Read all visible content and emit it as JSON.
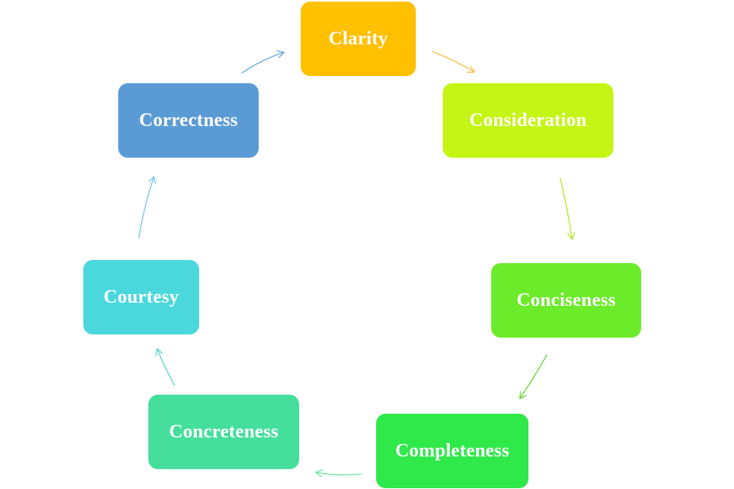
{
  "cycle": {
    "nodes": [
      {
        "id": "clarity",
        "label": "Clarity",
        "color": "#FFC000"
      },
      {
        "id": "consideration",
        "label": "Consideration",
        "color": "#C4F514"
      },
      {
        "id": "conciseness",
        "label": "Conciseness",
        "color": "#6CEB2A"
      },
      {
        "id": "completeness",
        "label": "Completeness",
        "color": "#2FE84A"
      },
      {
        "id": "concreteness",
        "label": "Concreteness",
        "color": "#45DE9C"
      },
      {
        "id": "courtesy",
        "label": "Courtesy",
        "color": "#4BD8DC"
      },
      {
        "id": "correctness",
        "label": "Correctness",
        "color": "#5B9BD5"
      }
    ],
    "arrows": [
      {
        "from": "clarity",
        "to": "consideration",
        "color": "#F5C04A"
      },
      {
        "from": "consideration",
        "to": "conciseness",
        "color": "#B6E62E"
      },
      {
        "from": "conciseness",
        "to": "completeness",
        "color": "#6AD93A"
      },
      {
        "from": "completeness",
        "to": "concreteness",
        "color": "#6EE2A2"
      },
      {
        "from": "concreteness",
        "to": "courtesy",
        "color": "#62D4C6"
      },
      {
        "from": "courtesy",
        "to": "correctness",
        "color": "#78C7E6"
      },
      {
        "from": "correctness",
        "to": "clarity",
        "color": "#6FA8DC"
      }
    ]
  }
}
